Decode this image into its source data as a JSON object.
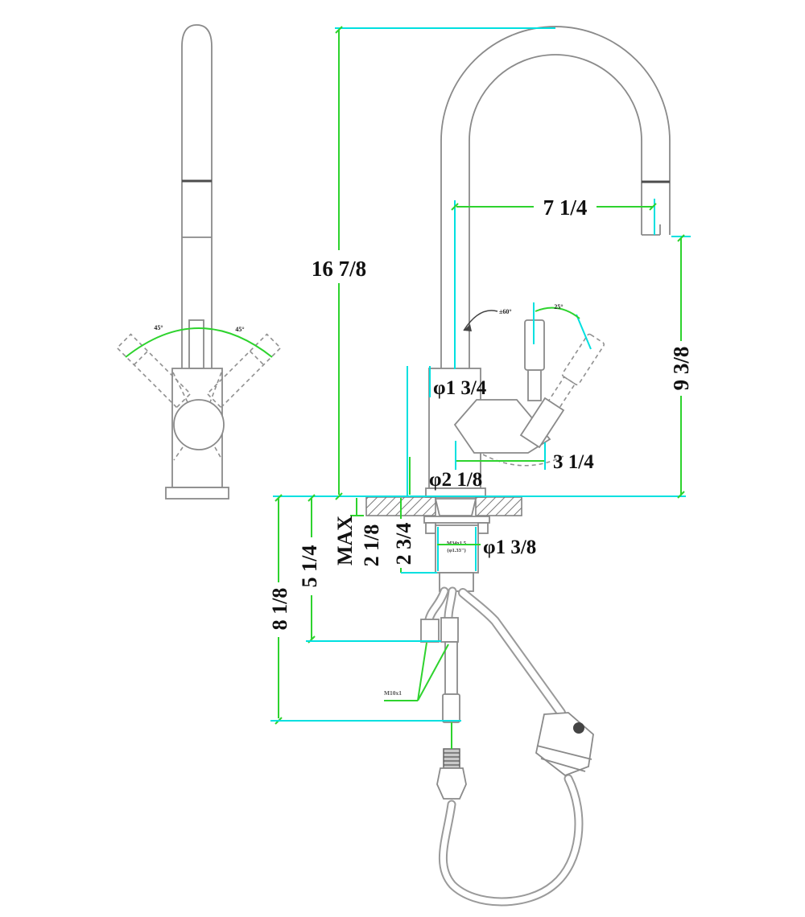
{
  "drawing": {
    "type": "technical-dimension-drawing",
    "subject": "pull-down kitchen faucet, front and side views with installation dimensions",
    "colors": {
      "outline": "#8a8a8a",
      "dark_outline": "#4d4d4d",
      "dimension_line": "#2ed32e",
      "extension_line": "#00e0e0",
      "text": "#111111",
      "background": "#ffffff"
    },
    "front_view": {
      "handle_swing_left": "45°",
      "handle_swing_right": "45°"
    },
    "side_view": {
      "spout_swivel": "±60°",
      "handle_tilt": "25°",
      "thread_spec_line1": "M34x1.5",
      "thread_spec_line2": "(φ1.33\")",
      "supply_thread": "M10x1"
    },
    "dimensions": {
      "overall_height": "16 7/8",
      "spout_reach": "7 1/4",
      "spout_clearance_height": "9 3/8",
      "handle_reach": "3 1/4",
      "body_diameter": "φ1 3/4",
      "base_diameter": "φ2 1/8",
      "shank_diameter": "φ1 3/8",
      "deck_thickness_max_prefix": "MAX",
      "deck_thickness_max": "2 1/8",
      "shank_length": "2 3/4",
      "supply_hose_drop": "5 1/4",
      "hose_connector_drop": "8 1/8"
    }
  }
}
